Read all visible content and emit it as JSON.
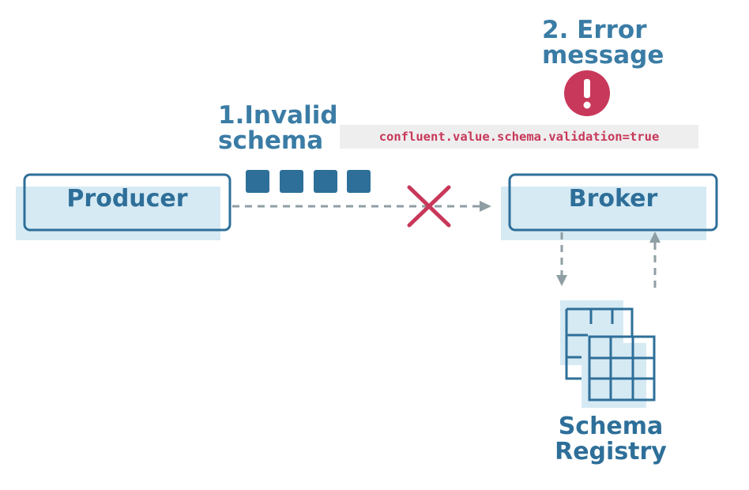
{
  "step1": {
    "line1": "1.Invalid",
    "line2": "schema"
  },
  "step2": {
    "line1": "2. Error",
    "line2": "message"
  },
  "config_text": "confluent.value.schema.validation=true",
  "producer_label": "Producer",
  "broker_label": "Broker",
  "registry": {
    "line1": "Schema",
    "line2": "Registry"
  },
  "error_icon_glyph": "!",
  "colors": {
    "primary": "#2e6f99",
    "light_fill": "#d6eaf4",
    "error": "#c8385a",
    "arrow": "#8f9ea3",
    "config_bg": "#eeeeee"
  },
  "message_blocks_count": 4
}
